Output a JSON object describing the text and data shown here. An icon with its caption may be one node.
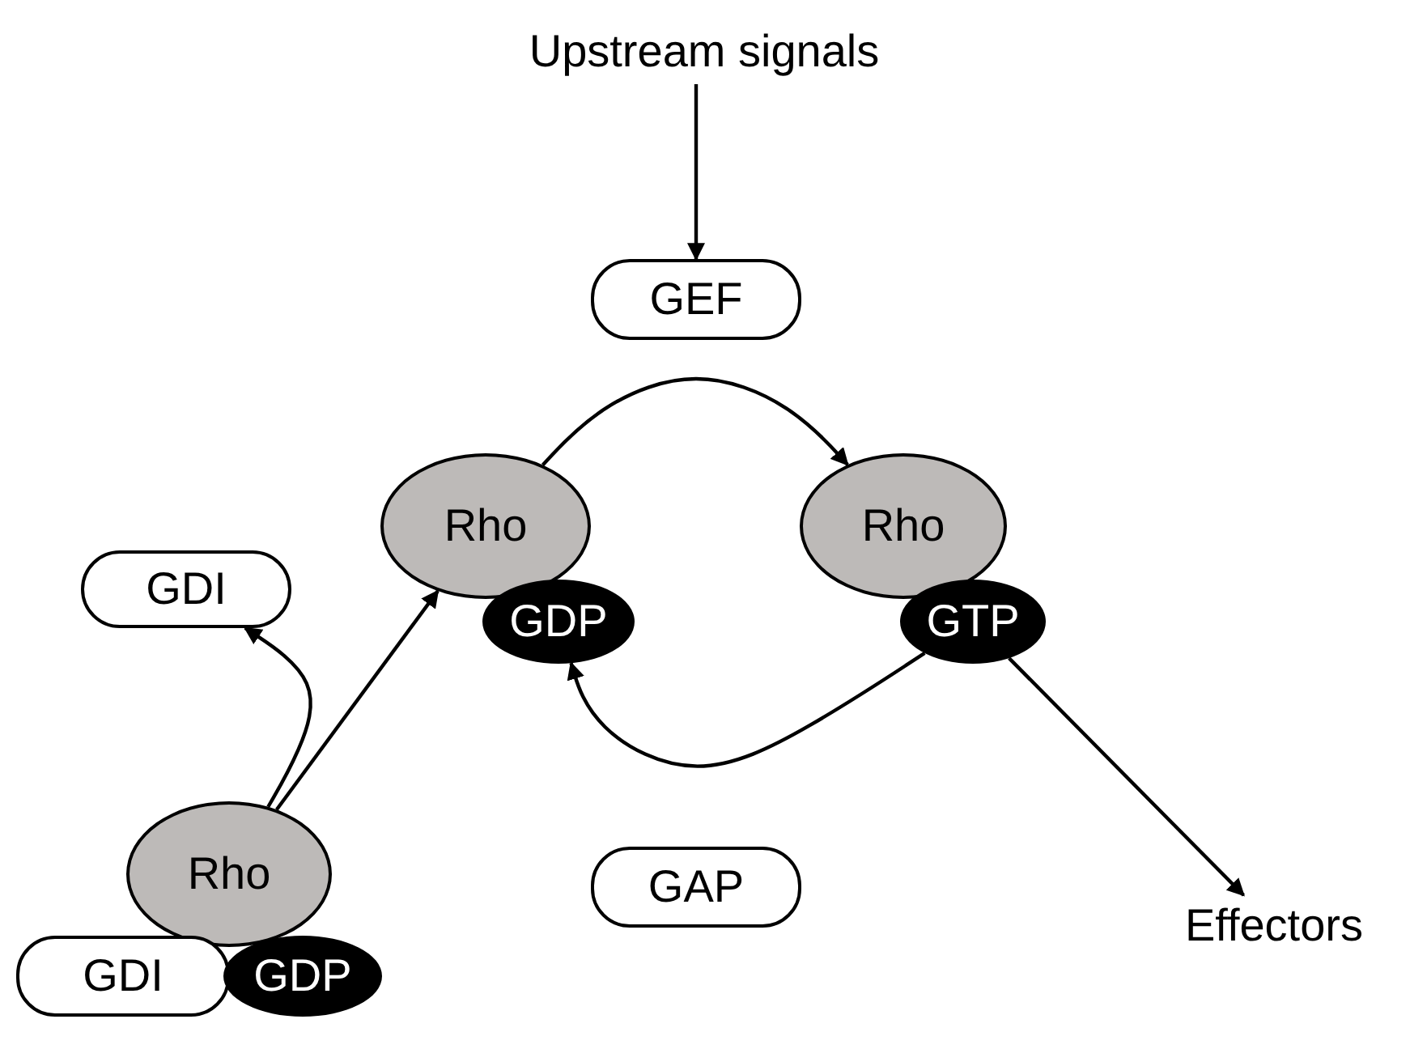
{
  "diagram": {
    "nodes": [
      {
        "text": [
          "Upstream signals"
        ]
      },
      {
        "text": [
          "GEF"
        ]
      },
      {
        "text": [
          "Rho"
        ]
      },
      {
        "text": [
          "GDP"
        ]
      },
      {
        "text": [
          "Rho"
        ]
      },
      {
        "text": [
          "GTP"
        ]
      },
      {
        "text": [
          "GDI"
        ]
      },
      {
        "text": [
          "Rho"
        ]
      },
      {
        "text": [
          "GDI"
        ]
      },
      {
        "text": [
          "GDP"
        ]
      },
      {
        "text": [
          "GAP"
        ]
      },
      {
        "text": [
          "Effectors"
        ]
      }
    ],
    "edges": [
      {
        "from": 0,
        "to": 1,
        "arrow": "to"
      },
      {
        "from": 2,
        "to": 4,
        "arrow": "to"
      },
      {
        "from": 5,
        "to": 3,
        "arrow": "to"
      },
      {
        "from": 7,
        "to": 2,
        "arrow": "to"
      },
      {
        "from": 7,
        "to": 6,
        "arrow": "to"
      },
      {
        "from": 5,
        "to": 11,
        "arrow": "to"
      }
    ]
  }
}
